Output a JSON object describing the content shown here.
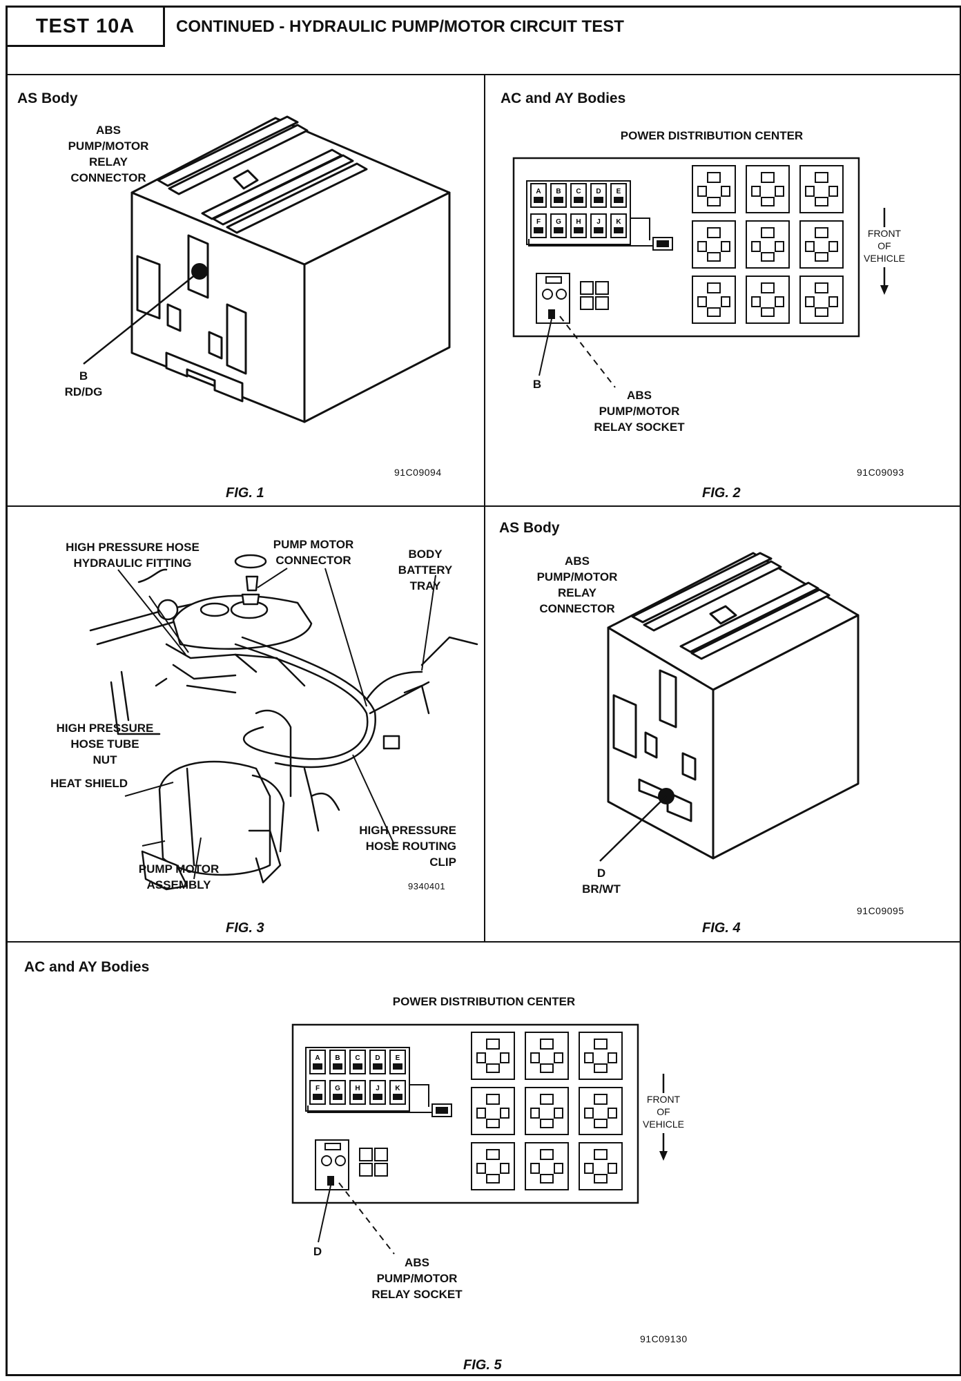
{
  "header": {
    "test_number": "TEST 10A",
    "title": "CONTINUED - HYDRAULIC PUMP/MOTOR CIRCUIT TEST"
  },
  "fig1": {
    "section_title": "AS Body",
    "connector_label": "ABS\nPUMP/MOTOR\nRELAY\nCONNECTOR",
    "pin_label": "B\nRD/DG",
    "code": "91C09094",
    "caption": "FIG. 1"
  },
  "fig2": {
    "section_title": "AC and AY Bodies",
    "pdc_title": "POWER DISTRIBUTION CENTER",
    "pin_label": "B",
    "socket_label": "ABS\nPUMP/MOTOR\nRELAY SOCKET",
    "front_label": "FRONT\nOF\nVEHICLE",
    "code": "91C09093",
    "caption": "FIG. 2",
    "fuse_letters_top": [
      "A",
      "B",
      "C",
      "D",
      "E"
    ],
    "fuse_letters_bottom": [
      "F",
      "G",
      "H",
      "J",
      "K"
    ]
  },
  "fig3": {
    "hp_fitting": "HIGH PRESSURE HOSE\nHYDRAULIC FITTING",
    "pump_connector": "PUMP MOTOR\nCONNECTOR",
    "battery_tray": "BODY\nBATTERY\nTRAY",
    "hose_tube_nut": "HIGH PRESSURE\nHOSE TUBE\nNUT",
    "heat_shield": "HEAT SHIELD",
    "pump_assembly": "PUMP MOTOR\nASSEMBLY",
    "routing_clip": "HIGH PRESSURE\nHOSE ROUTING\nCLIP",
    "code": "9340401",
    "caption": "FIG. 3"
  },
  "fig4": {
    "section_title": "AS Body",
    "connector_label": "ABS\nPUMP/MOTOR\nRELAY\nCONNECTOR",
    "pin_label": "D\nBR/WT",
    "code": "91C09095",
    "caption": "FIG. 4"
  },
  "fig5": {
    "section_title": "AC and AY Bodies",
    "pdc_title": "POWER DISTRIBUTION CENTER",
    "pin_label": "D",
    "socket_label": "ABS\nPUMP/MOTOR\nRELAY SOCKET",
    "front_label": "FRONT\nOF\nVEHICLE",
    "code": "91C09130",
    "caption": "FIG. 5",
    "fuse_letters_top": [
      "A",
      "B",
      "C",
      "D",
      "E"
    ],
    "fuse_letters_bottom": [
      "F",
      "G",
      "H",
      "J",
      "K"
    ]
  }
}
